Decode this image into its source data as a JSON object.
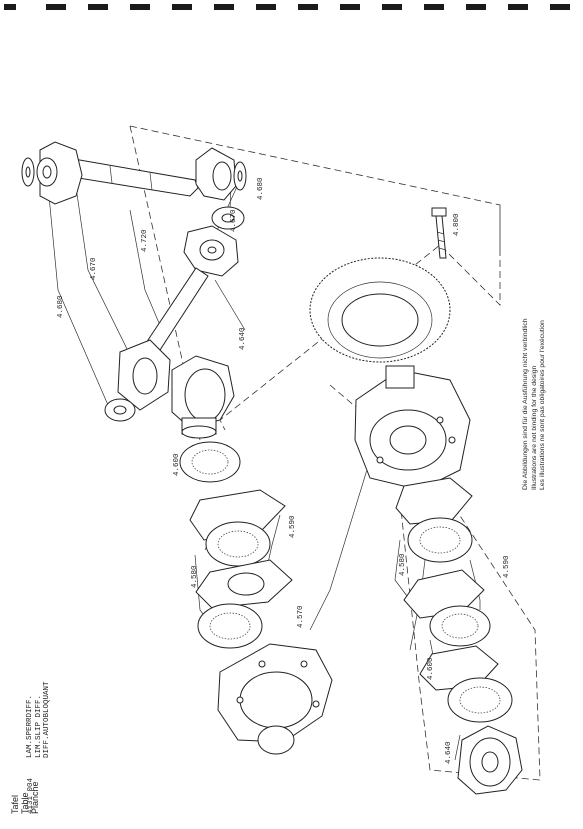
{
  "header": {
    "labels": [
      "Tafel",
      "Table",
      "Planche"
    ],
    "number": "4131 004",
    "titles": [
      "LAM.SPERRDIFF.",
      "LIM.SLIP DIFF.",
      "DIFF.AUTOBLOQUANT"
    ]
  },
  "disclaimer": [
    "Die Abbildungen sind für die Ausführung nicht verbindlich",
    "Illustrations are not binding for the design",
    "Les illustrations ne sont pas obligatoires pour l'exécution"
  ],
  "callouts": {
    "c4680_top": "4.680",
    "c4670_top": "4.670",
    "c4720": "4.720",
    "c4680_right": "4.680",
    "c4670_right": "4.670",
    "c4640_top": "4.640",
    "c4800": "4.800",
    "c4600_left": "4.600",
    "c4590_left": "4.590",
    "c4580_left": "4.580",
    "c4570": "4.570",
    "c4580_right": "4.580",
    "c4590_right": "4.590",
    "c4600_bottom": "4.600",
    "c4640_bottom": "4.640"
  }
}
